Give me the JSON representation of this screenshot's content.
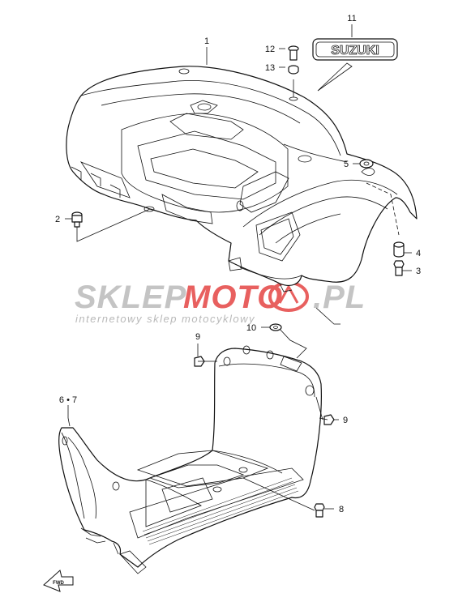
{
  "brand_emblem": "SUZUKI",
  "watermark": {
    "main_left": "SKLEP",
    "main_mid": "MOTO",
    "main_right": ".PL",
    "subtitle": "internetowy sklep motocyklowy",
    "color_grey": "#c4c4c4",
    "color_red": "#e8605f"
  },
  "front_arrow_label": "FWD",
  "callouts": [
    {
      "id": "c1",
      "text": "1"
    },
    {
      "id": "c2",
      "text": "2"
    },
    {
      "id": "c3",
      "text": "3"
    },
    {
      "id": "c4",
      "text": "4"
    },
    {
      "id": "c5",
      "text": "5"
    },
    {
      "id": "c67",
      "text": "6 • 7"
    },
    {
      "id": "c8",
      "text": "8"
    },
    {
      "id": "c9a",
      "text": "9"
    },
    {
      "id": "c9b",
      "text": "9"
    },
    {
      "id": "c10",
      "text": "10"
    },
    {
      "id": "c11",
      "text": "11"
    },
    {
      "id": "c12",
      "text": "12"
    },
    {
      "id": "c13",
      "text": "13"
    }
  ]
}
